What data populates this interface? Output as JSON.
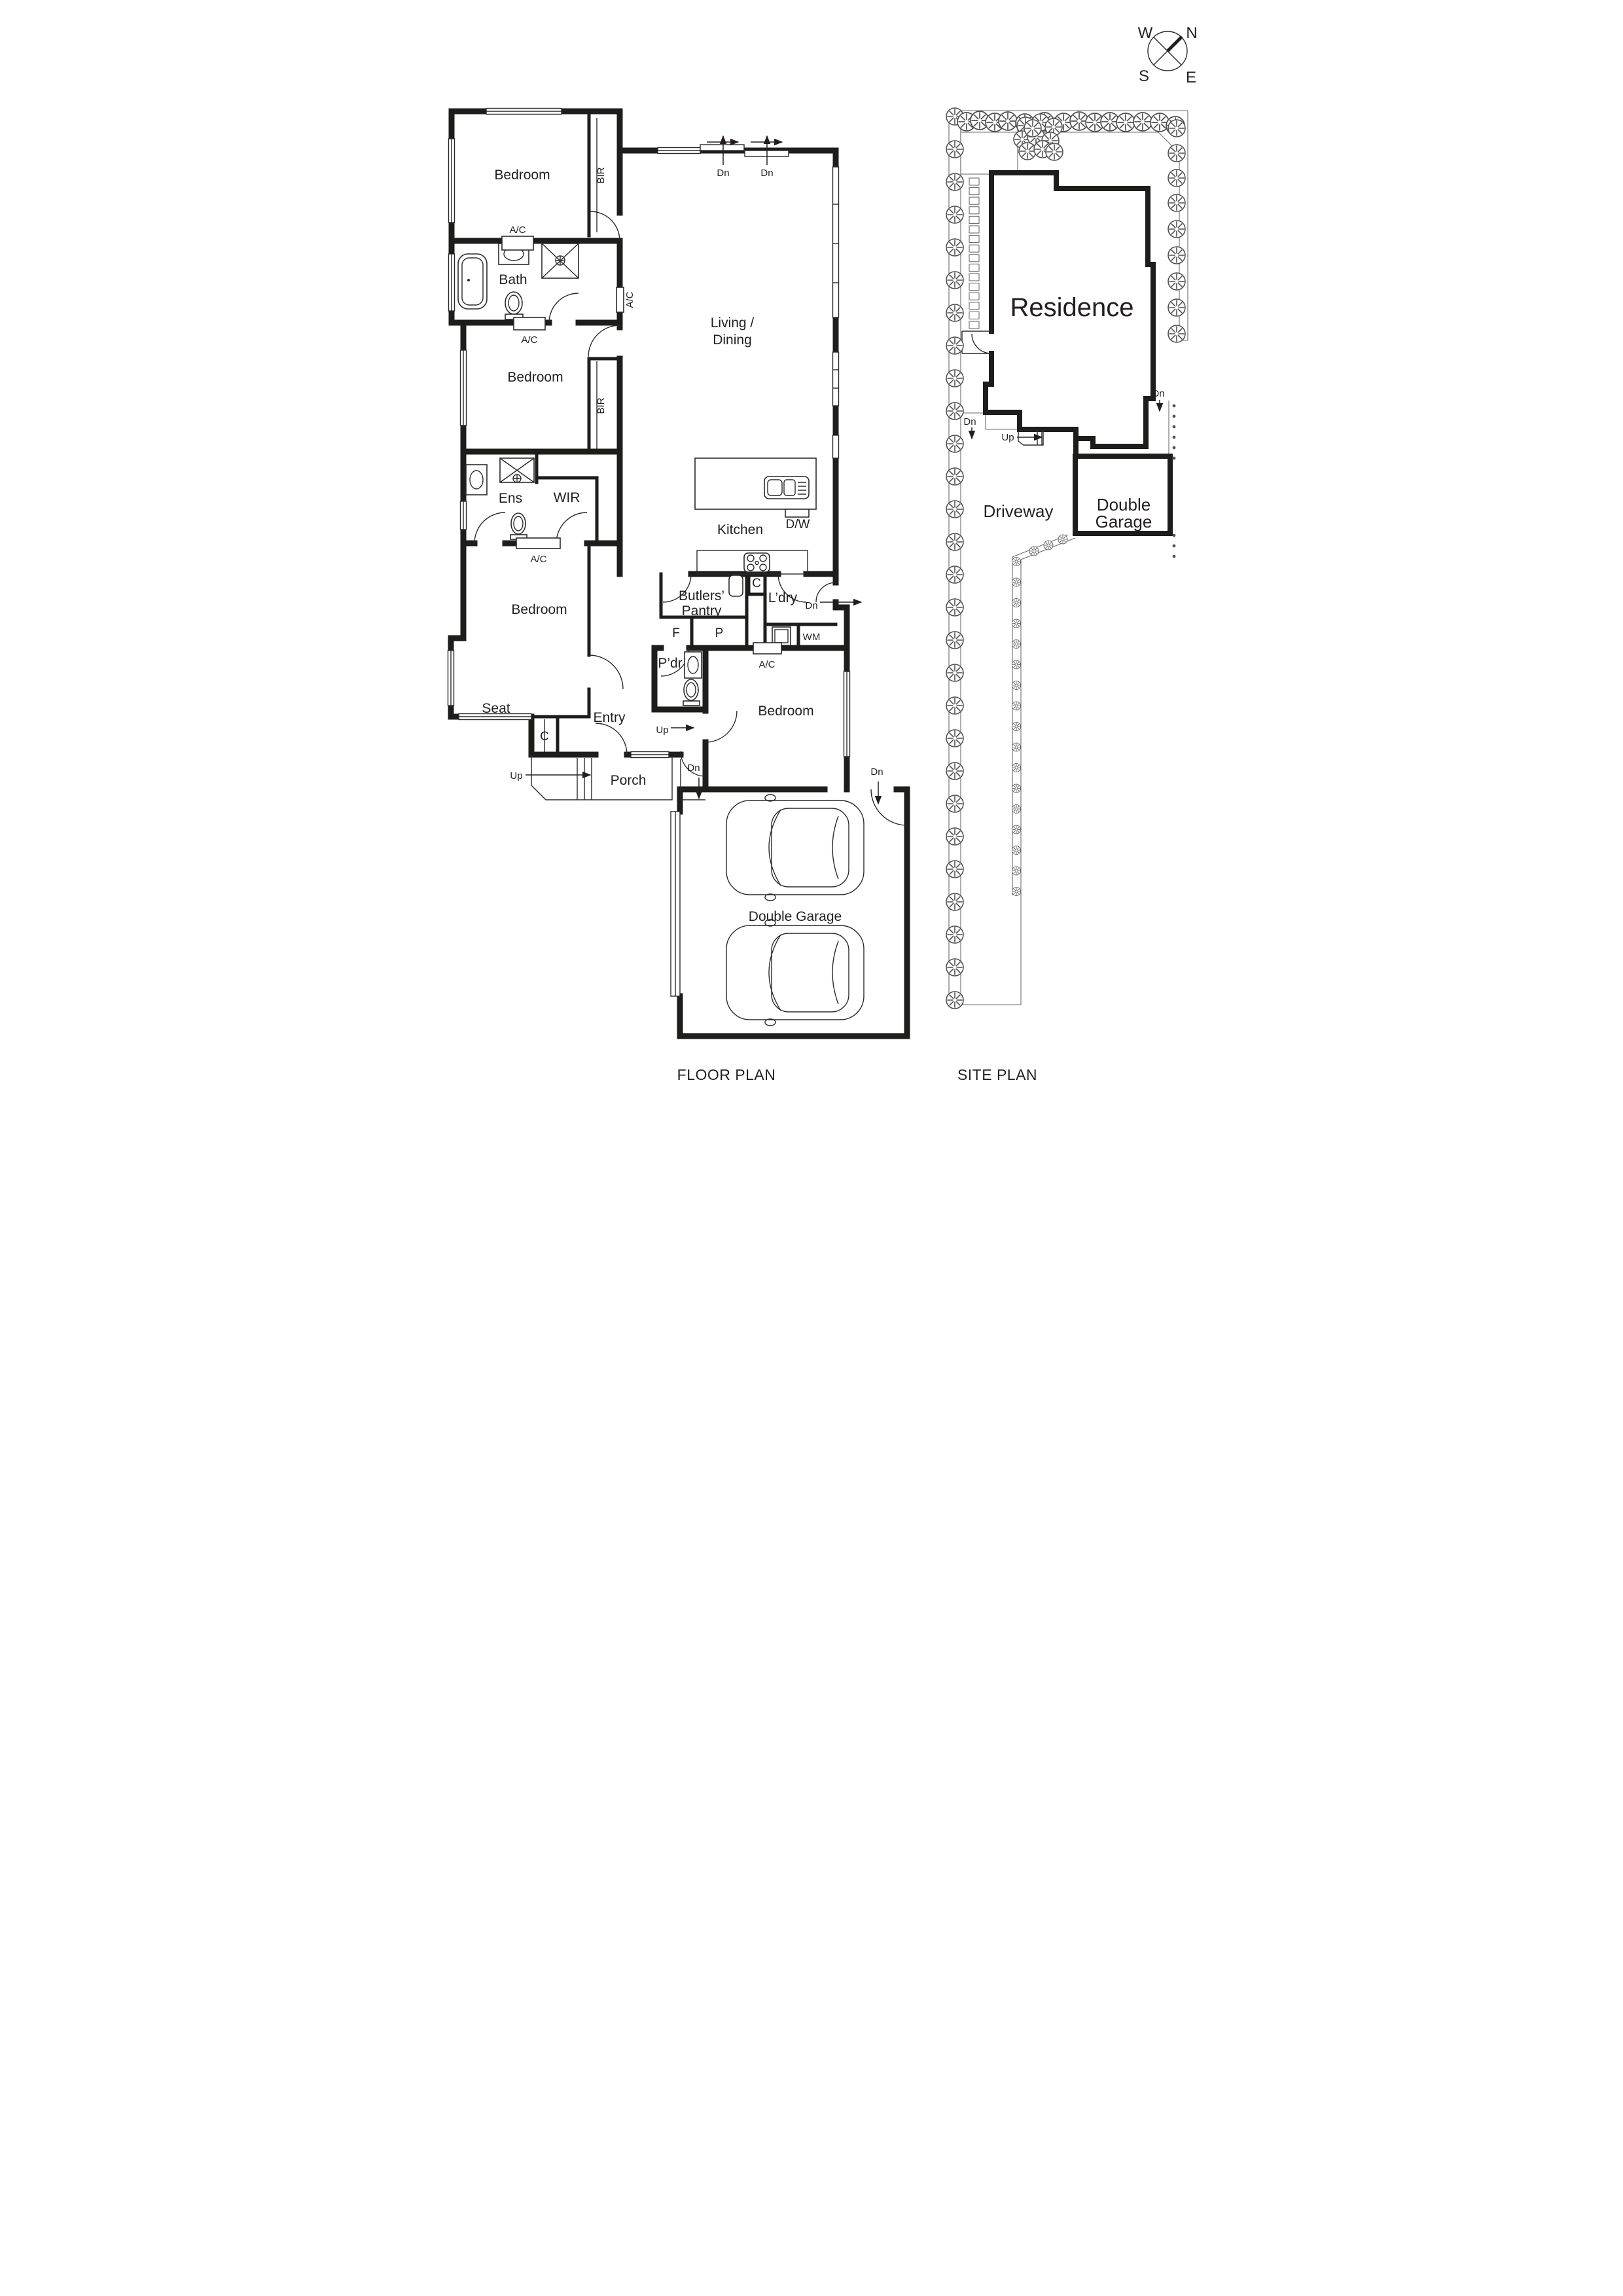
{
  "titles": {
    "floor_plan": "FLOOR PLAN",
    "site_plan": "SITE PLAN"
  },
  "compass": {
    "w": "W",
    "n": "N",
    "s": "S",
    "e": "E"
  },
  "floor_plan": {
    "bedroom1": "Bedroom",
    "bedroom2": "Bedroom",
    "bedroom3": "Bedroom",
    "bedroom4": "Bedroom",
    "bir": "BIR",
    "ac": "A/C",
    "bath": "Bath",
    "ens": "Ens",
    "wir": "WIR",
    "living1": "Living /",
    "living2": "Dining",
    "kitchen": "Kitchen",
    "dw": "D/W",
    "butlers1": "Butlers’",
    "butlers2": "Pantry",
    "ldry": "L’dry",
    "fridge": "F",
    "pantry": "P",
    "wm": "WM",
    "pdr": "P’dr",
    "closet": "C",
    "seat": "Seat",
    "entry": "Entry",
    "porch": "Porch",
    "garage": "Double Garage",
    "dn": "Dn",
    "up": "Up"
  },
  "site_plan": {
    "residence": "Residence",
    "driveway": "Driveway",
    "garage1": "Double",
    "garage2": "Garage",
    "dn": "Dn",
    "up": "Up"
  }
}
